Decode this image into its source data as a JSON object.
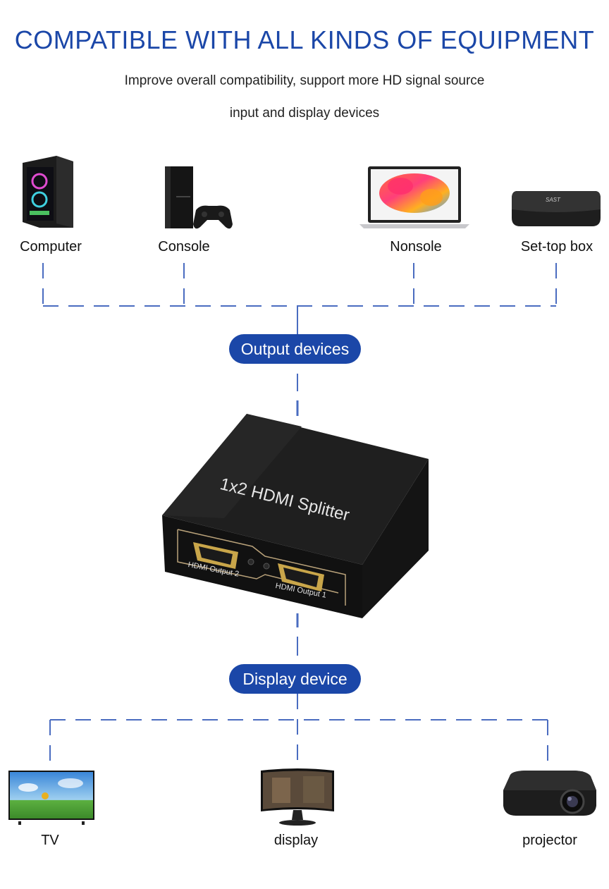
{
  "header": {
    "title": "COMPATIBLE WITH ALL KINDS OF EQUIPMENT",
    "subtitle_line1": "Improve overall compatibility, support more HD signal source",
    "subtitle_line2": "input and display devices"
  },
  "sources": [
    {
      "label": "Computer",
      "icon": "computer-tower-icon"
    },
    {
      "label": "Console",
      "icon": "game-console-icon"
    },
    {
      "label": "Nonsole",
      "icon": "laptop-icon"
    },
    {
      "label": "Set-top box",
      "icon": "set-top-box-icon"
    }
  ],
  "pills": {
    "output": "Output devices",
    "display": "Display device"
  },
  "splitter": {
    "top_text": "1x2 HDMI Splitter",
    "port2": "HDMI Output 2",
    "port1": "HDMI Output 1"
  },
  "settop_brand": "SAST",
  "displays": [
    {
      "label": "TV",
      "icon": "tv-icon"
    },
    {
      "label": "display",
      "icon": "monitor-icon"
    },
    {
      "label": "projector",
      "icon": "projector-icon"
    }
  ],
  "colors": {
    "accent": "#1b47a8",
    "line": "#4a6cc0"
  }
}
